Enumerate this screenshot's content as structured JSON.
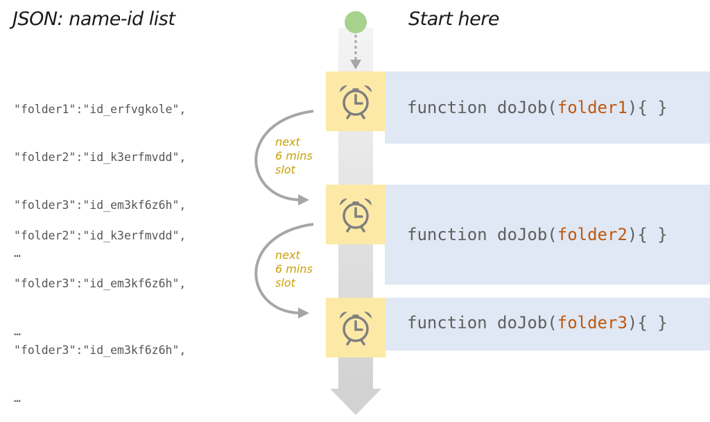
{
  "headings": {
    "left": "JSON: name-id list",
    "right": "Start here"
  },
  "json_lists": [
    [
      "\"folder1\":\"id_erfvgkole\",",
      "\"folder2\":\"id_k3erfmvdd\",",
      "\"folder3\":\"id_em3kf6z6h\",",
      "…"
    ],
    [
      "\"folder2\":\"id_k3erfmvdd\",",
      "\"folder3\":\"id_em3kf6z6h\",",
      "…"
    ],
    [
      "\"folder3\":\"id_em3kf6z6h\",",
      "…"
    ]
  ],
  "jobs": [
    {
      "prefix": "function doJob(",
      "arg": "folder1",
      "suffix": "){ }"
    },
    {
      "prefix": "function doJob(",
      "arg": "folder2",
      "suffix": "){ }"
    },
    {
      "prefix": "function doJob(",
      "arg": "folder3",
      "suffix": "){ }"
    }
  ],
  "slot_labels": [
    [
      "next",
      "6 mins",
      "slot"
    ],
    [
      "next",
      "6 mins",
      "slot"
    ]
  ],
  "icons": {
    "alarm": "alarm-clock-icon",
    "start": "start-dot-icon"
  },
  "colors": {
    "start_dot": "#a9d18e",
    "clock_box": "#fde9a6",
    "clock_icon": "#7f7f7f",
    "code_panel": "#dfe8f4",
    "code_text": "#5f5f5f",
    "code_arg": "#c0580e",
    "slot_label": "#c9a100",
    "timeline": "#dcdcdc",
    "curve_arrow": "#a6a6a6"
  }
}
